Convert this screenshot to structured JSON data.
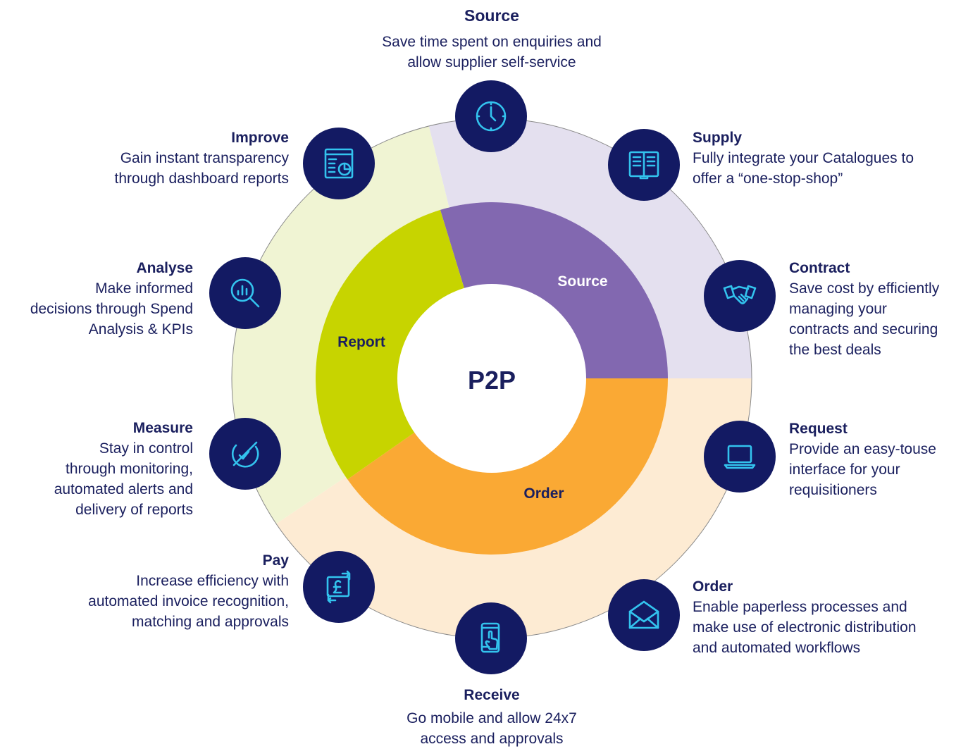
{
  "center_label": "P2P",
  "inner_segments": [
    {
      "label": "Source",
      "color": "#8268b0",
      "text_color": "#ffffff"
    },
    {
      "label": "Order",
      "color": "#faa934",
      "text_color": "#1a1f5e"
    },
    {
      "label": "Report",
      "color": "#c7d400",
      "text_color": "#1a1f5e"
    }
  ],
  "outer_ring_colors": {
    "source": "#e4e0ef",
    "order": "#fdebd3",
    "report": "#f0f4d3"
  },
  "stages": [
    {
      "title": "Source",
      "description": "Save time spent on enquiries and\nallow supplier self-service",
      "icon": "clock-icon"
    },
    {
      "title": "Supply",
      "description": "Fully integrate your Catalogues to\noffer a “one-stop-shop”",
      "icon": "catalogue-book-icon"
    },
    {
      "title": "Contract",
      "description": "Save cost by efficiently\nmanaging your\ncontracts and securing\nthe best deals",
      "icon": "handshake-icon"
    },
    {
      "title": "Request",
      "description": "Provide an easy-touse\ninterface for your\nrequisitioners",
      "icon": "laptop-icon"
    },
    {
      "title": "Order",
      "description": "Enable paperless processes and\nmake use of electronic distribution\nand automated workflows",
      "icon": "envelope-icon"
    },
    {
      "title": "Receive",
      "description": "Go mobile and allow 24x7\naccess and approvals",
      "icon": "mobile-tap-icon"
    },
    {
      "title": "Pay",
      "description": "Increase efficiency with\nautomated invoice recognition,\nmatching and approvals",
      "icon": "pound-exchange-icon"
    },
    {
      "title": "Measure",
      "description": "Stay in control\nthrough monitoring,\nautomated alerts and\ndelivery of reports",
      "icon": "gauge-check-icon"
    },
    {
      "title": "Analyse",
      "description": "Make informed\ndecisions through Spend\nAnalysis & KPIs",
      "icon": "magnifier-chart-icon"
    },
    {
      "title": "Improve",
      "description": "Gain instant transparency\nthrough dashboard reports",
      "icon": "dashboard-report-icon"
    }
  ]
}
